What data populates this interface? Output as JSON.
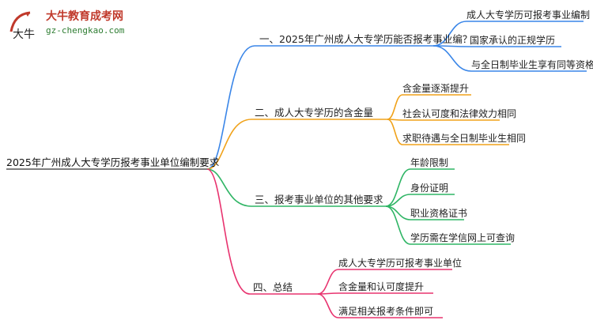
{
  "logo": {
    "title": "大牛教育成考网",
    "url": "gz-chengkao.com",
    "mark_glyph": "大牛"
  },
  "colors": {
    "blue": "#3a86e8",
    "orange": "#f0a21a",
    "green": "#2fb565",
    "pink": "#e8336f",
    "root_line": "#555555"
  },
  "root": "2025年广州成人大专学历报考事业单位编制要求",
  "branches": [
    {
      "label": "一、2025年广州成人大专学历能否报考事业编？",
      "color": "blue",
      "children": [
        "成人大专学历可报考事业编制",
        "国家承认的正规学历",
        "与全日制毕业生享有同等资格"
      ]
    },
    {
      "label": "二、成人大专学历的含金量",
      "color": "orange",
      "children": [
        "含金量逐渐提升",
        "社会认可度和法律效力相同",
        "求职待遇与全日制毕业生相同"
      ]
    },
    {
      "label": "三、报考事业单位的其他要求",
      "color": "green",
      "children": [
        "年龄限制",
        "身份证明",
        "职业资格证书",
        "学历需在学信网上可查询"
      ]
    },
    {
      "label": "四、总结",
      "color": "pink",
      "children": [
        "成人大专学历可报考事业单位",
        "含金量和认可度提升",
        "满足相关报考条件即可"
      ]
    }
  ]
}
